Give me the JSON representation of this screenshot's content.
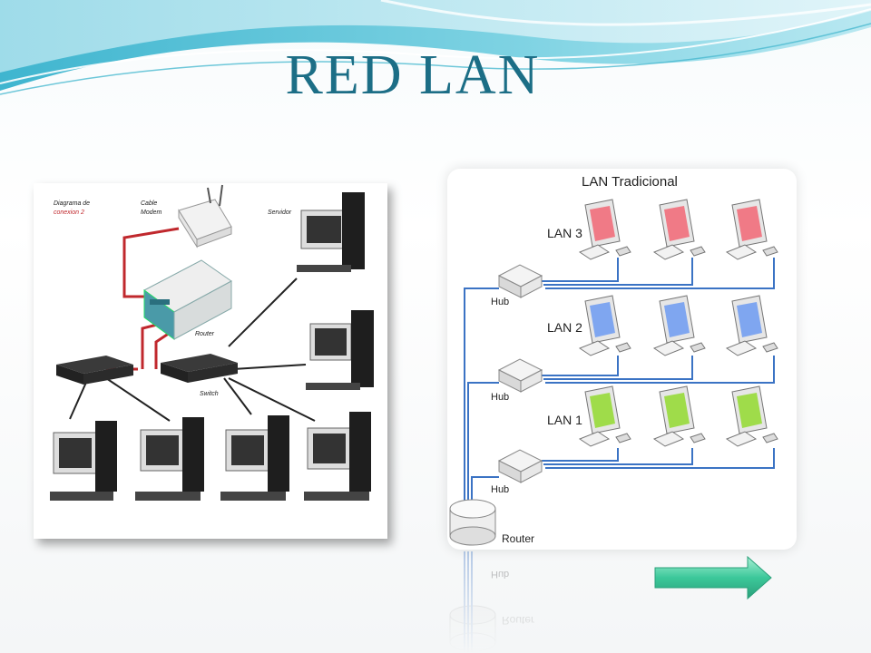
{
  "slide": {
    "title": "RED LAN"
  },
  "photo_diagram": {
    "labels": {
      "diagram_title_line1": "Diagrama de",
      "diagram_title_line2": "conexion 2",
      "cable_line1": "Cable",
      "cable_line2": "Modem",
      "server": "Servidor",
      "router": "Router",
      "switch": "Switch"
    }
  },
  "lan_diagram": {
    "title": "LAN Tradicional",
    "lans": [
      {
        "label": "LAN 3",
        "screen_color": "#f07a86"
      },
      {
        "label": "LAN 2",
        "screen_color": "#7fa6f0"
      },
      {
        "label": "LAN 1",
        "screen_color": "#9fdc4a"
      }
    ],
    "hub_label": "Hub",
    "router_label": "Router",
    "link_color": "#3b73c4"
  },
  "navigation": {
    "next_icon": "arrow-right-icon",
    "color": "#3cc89a"
  }
}
